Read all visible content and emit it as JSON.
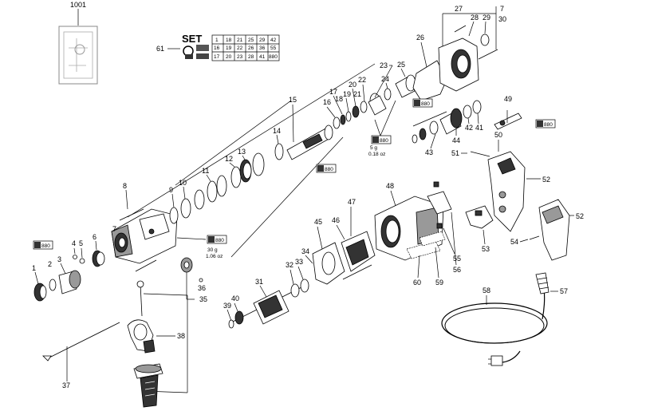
{
  "callouts": {
    "n1001": "1001",
    "n1": "1",
    "n2": "2",
    "n3": "3",
    "n4": "4",
    "n5": "5",
    "n6": "6",
    "n7": "7",
    "n8": "8",
    "n9": "9",
    "n10": "10",
    "n11": "11",
    "n12": "12",
    "n13": "13",
    "n14": "14",
    "n15": "15",
    "n16": "16",
    "n17": "17",
    "n18": "18",
    "n19": "19",
    "n20": "20",
    "n21": "21",
    "n22": "22",
    "n23": "23",
    "n24": "24",
    "n25": "25",
    "n26": "26",
    "n27": "27",
    "n28": "28",
    "n29": "29",
    "n7b": "7",
    "n30": "30",
    "n31": "31",
    "n32": "32",
    "n33": "33",
    "n34": "34",
    "n35": "35",
    "n36": "36",
    "n37": "37",
    "n38": "38",
    "n39": "39",
    "n40": "40",
    "n41": "41",
    "n42": "42",
    "n43": "43",
    "n44": "44",
    "n45": "45",
    "n46": "46",
    "n47": "47",
    "n48": "48",
    "n49": "49",
    "n50": "50",
    "n51": "51",
    "n52a": "52",
    "n52b": "52",
    "n53": "53",
    "n54": "54",
    "n55": "55",
    "n56": "56",
    "n57": "57",
    "n58": "58",
    "n59": "59",
    "n60": "60",
    "n61": "61"
  },
  "set_table": {
    "title": "SET",
    "row1": [
      "1",
      "18",
      "21",
      "25",
      "29",
      "42"
    ],
    "row2": [
      "16",
      "19",
      "22",
      "26",
      "36",
      "55"
    ],
    "row3": [
      "17",
      "20",
      "23",
      "28",
      "41",
      "880"
    ]
  },
  "grease_notes": {
    "g1_a": "30 g",
    "g1_b": "1.06 oz",
    "g2_a": "5 g",
    "g2_b": "0.18 oz"
  },
  "tags": {
    "t880": "880"
  }
}
